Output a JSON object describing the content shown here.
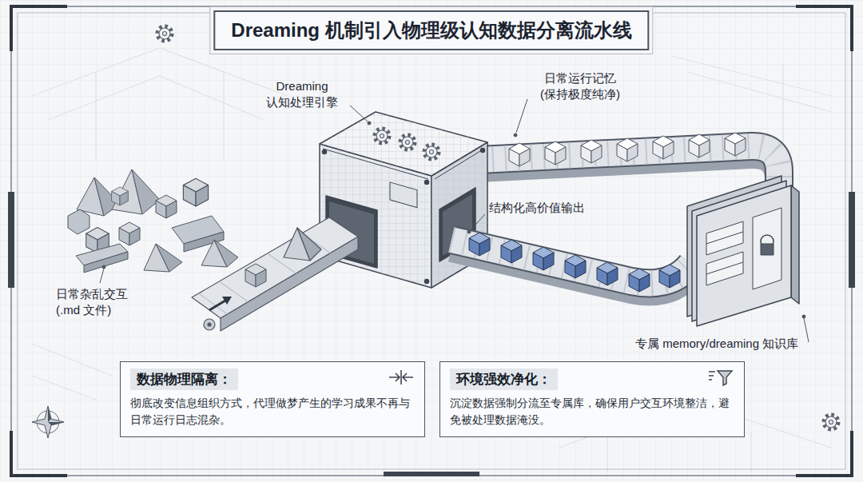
{
  "diagram": {
    "title": "Dreaming 机制引入物理级认知数据分离流水线",
    "nodes": [
      {
        "text": [
          "数据物理隔离：",
          "彻底改变信息组织方式，代理做梦产生的学习成果不再与日常运行日志混杂。"
        ]
      },
      {
        "text": [
          "环境强效净化：",
          "沉淀数据强制分流至专属库，确保用户交互环境整洁，避免被处理数据淹没。"
        ]
      }
    ],
    "labels": [
      "Dreaming 认知处理引擎",
      "日常运行记忆 (保持极度纯净)",
      "结构化高价值输出",
      "日常杂乱交互 (.md 文件)",
      "专属 memory/dreaming 知识库"
    ]
  }
}
